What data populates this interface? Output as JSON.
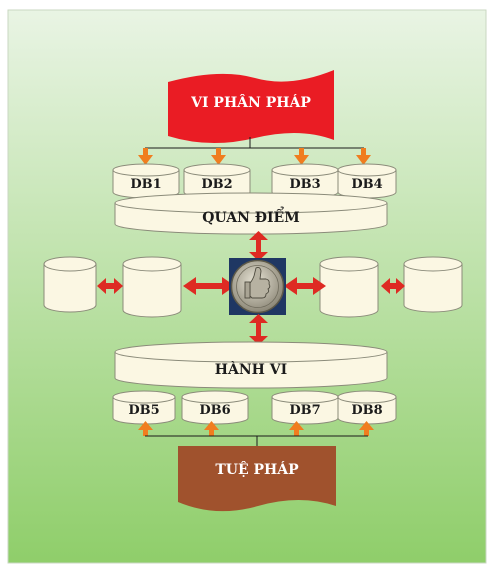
{
  "diagram": {
    "top_banner": {
      "label": "VI PHÂN PHÁP",
      "color": "#ea1c24"
    },
    "top_databases": [
      "DB1",
      "DB2",
      "DB3",
      "DB4"
    ],
    "upper_disk": {
      "label": "QUAN ĐIỂM"
    },
    "center_icon": "thumbs-up-coin-icon",
    "lower_disk": {
      "label": "HÀNH VI"
    },
    "bottom_databases": [
      "DB5",
      "DB6",
      "DB7",
      "DB8"
    ],
    "bottom_banner": {
      "label": "TUỆ PHÁP",
      "color": "#a0522d"
    },
    "colors": {
      "background_top": "#e9f4e4",
      "background_bottom": "#8fce6a",
      "cylinder_fill": "#fbf7e3",
      "cylinder_stroke": "#8b8b7a",
      "arrow_orange": "#f07d1f",
      "arrow_red": "#de2a23",
      "icon_frame": "#1f3763"
    }
  }
}
